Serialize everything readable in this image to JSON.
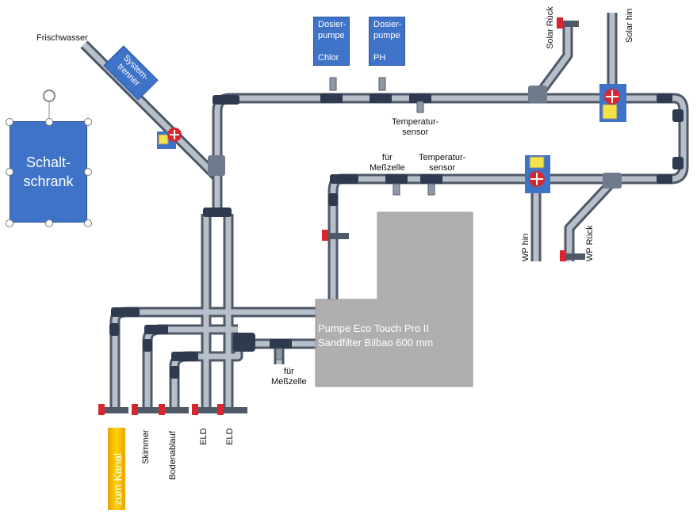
{
  "labels": {
    "frischwasser": "Frischwasser",
    "systemtrenner": "System-\ntrenner",
    "dosier_chlor": "Dosier-\npumpe\n\nChlor",
    "dosier_ph": "Dosier-\npumpe\n\nPH",
    "temp_sensor_top": "Temperatur-\nsensor",
    "temp_sensor_mid": "Temperatur-\nsensor",
    "messzelle_mid": "für\nMeßzelle",
    "messzelle_bottom": "für\nMeßzelle",
    "solar_rueck": "Solar Rück",
    "solar_hin": "Solar hin",
    "wp_hin": "WP hin",
    "wp_rueck": "WP Rück",
    "pumpe_line1": "Pumpe Eco Touch Pro II",
    "pumpe_line2": "Sandfilter Bilbao 600 mm",
    "schaltschrank": "Schalt-\nschrank",
    "zum_kanal": "zum Kanal",
    "skimmer": "Skimmer",
    "bodenablauf": "Bodenablauf",
    "eld1": "ELD",
    "eld2": "ELD"
  },
  "colors": {
    "pipe": "#9ea7b4",
    "pipe_dark": "#2e3a4f",
    "box_blue": "#3f73c8",
    "pump_grey": "#b0aeae",
    "valve_red": "#d8262e",
    "drain_yellow": "#ffd200"
  }
}
